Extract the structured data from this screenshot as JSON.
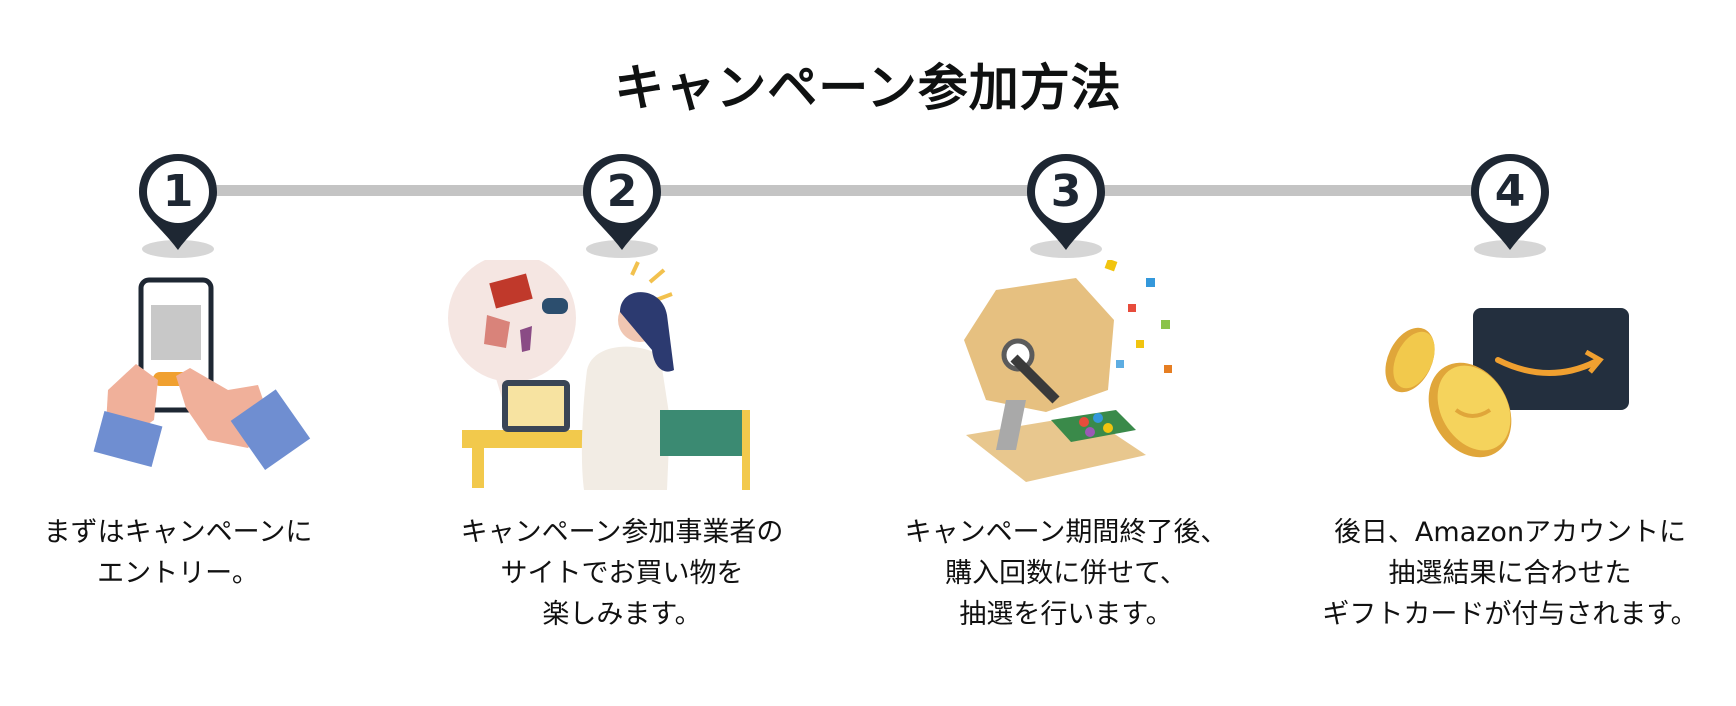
{
  "title": "キャンペーン参加方法",
  "colors": {
    "navy": "#1e2733",
    "line": "#c4c4c4",
    "shadow": "#d6d6d6",
    "amazonOrange": "#f0a030"
  },
  "steps": [
    {
      "number": "1",
      "icon": "phone-tap-icon",
      "lines": [
        "まずはキャンペーンに",
        "エントリー。"
      ]
    },
    {
      "number": "2",
      "icon": "shopping-woman-icon",
      "lines": [
        "キャンペーン参加事業者の",
        "サイトでお買い物を",
        "楽しみます。"
      ]
    },
    {
      "number": "3",
      "icon": "lottery-machine-icon",
      "lines": [
        "キャンペーン期間終了後、",
        "購入回数に併せて、",
        "抽選を行います。"
      ]
    },
    {
      "number": "4",
      "icon": "gift-card-coins-icon",
      "lines": [
        "後日、Amazonアカウントに",
        "抽選結果に合わせた",
        "ギフトカードが付与されます。"
      ]
    }
  ]
}
